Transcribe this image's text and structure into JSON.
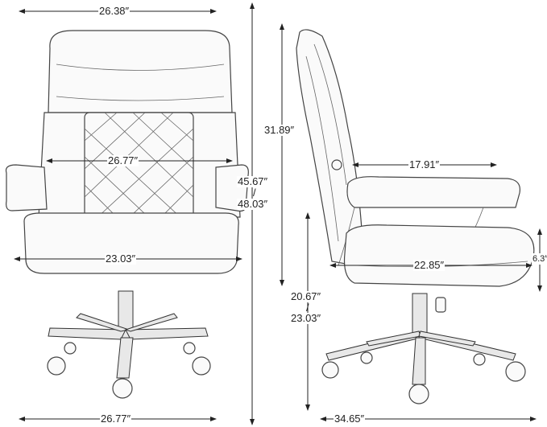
{
  "front_view": {
    "overall_width": "26.38″",
    "backrest_width": "26.77″",
    "seat_width": "23.03″",
    "base_width": "26.77″",
    "overall_height_min": "45.67″",
    "height_separator": "/",
    "overall_height_max": "48.03″"
  },
  "side_view": {
    "backrest_height": "31.89″",
    "armrest_depth": "17.91″",
    "seat_depth": "22.85″",
    "seat_thickness": "6.3″",
    "seat_height_min": "20.67″",
    "height_separator": "/",
    "seat_height_max": "23.03″",
    "base_depth": "34.65″"
  }
}
